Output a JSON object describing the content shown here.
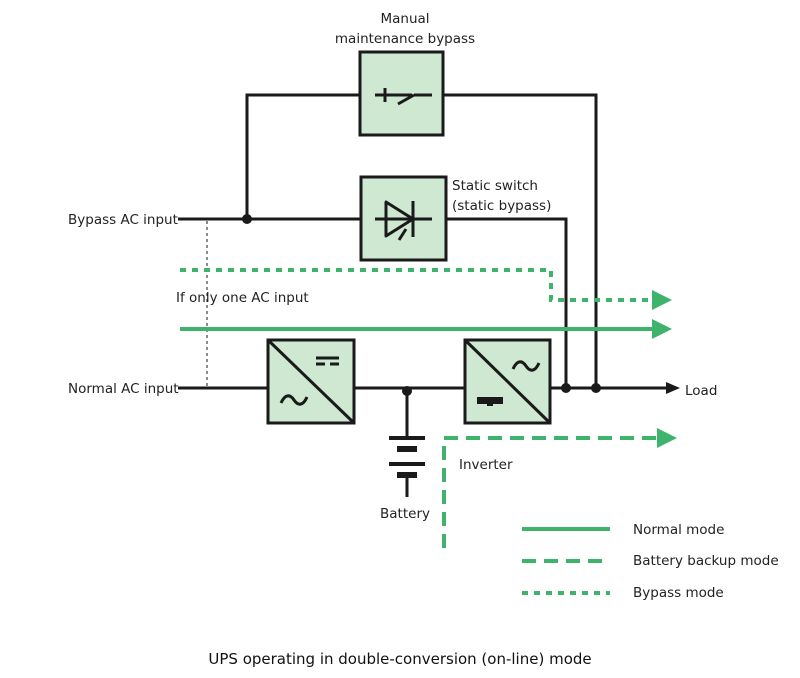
{
  "labels": {
    "manual_bypass_line1": "Manual",
    "manual_bypass_line2": "maintenance bypass",
    "static_switch_line1": "Static switch",
    "static_switch_line2": "(static bypass)",
    "bypass_ac_input": "Bypass AC input",
    "if_only_one": "If only one AC input",
    "normal_ac_input": "Normal AC input",
    "load": "Load",
    "inverter": "Inverter",
    "battery": "Battery"
  },
  "legend": {
    "items": [
      {
        "label": "Normal mode",
        "style": "solid"
      },
      {
        "label": "Battery backup mode",
        "style": "dashed"
      },
      {
        "label": "Bypass mode",
        "style": "dotted"
      }
    ]
  },
  "caption": "UPS operating in double-conversion (on-line) mode",
  "colors": {
    "box_fill": "#cfe8d2",
    "flow_green": "#3db36b",
    "wire": "#1a1a1a"
  }
}
